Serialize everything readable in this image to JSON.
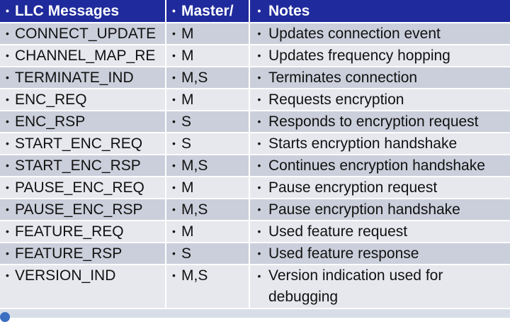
{
  "table": {
    "headers": [
      "LLC Messages",
      "Master/",
      "Notes"
    ],
    "rows": [
      {
        "message": "CONNECT_UPDATE",
        "role": "M",
        "notes": "Updates connection event"
      },
      {
        "message": "CHANNEL_MAP_RE",
        "role": "M",
        "notes": "Updates frequency hopping"
      },
      {
        "message": "TERMINATE_IND",
        "role": "M,S",
        "notes": "Terminates connection"
      },
      {
        "message": "ENC_REQ",
        "role": "M",
        "notes": "Requests encryption"
      },
      {
        "message": "ENC_RSP",
        "role": "S",
        "notes": "Responds to encryption request"
      },
      {
        "message": "START_ENC_REQ",
        "role": "S",
        "notes": "Starts encryption handshake"
      },
      {
        "message": "START_ENC_RSP",
        "role": "M,S",
        "notes": "Continues encryption handshake"
      },
      {
        "message": "PAUSE_ENC_REQ",
        "role": "M",
        "notes": "Pause encryption request"
      },
      {
        "message": "PAUSE_ENC_RSP",
        "role": "M,S",
        "notes": "Pause encryption handshake"
      },
      {
        "message": "FEATURE_REQ",
        "role": "M",
        "notes": "Used feature request"
      },
      {
        "message": "FEATURE_RSP",
        "role": "S",
        "notes": "Used feature response"
      },
      {
        "message": "VERSION_IND",
        "role": "M,S",
        "notes": "Version indication used for debugging"
      }
    ]
  },
  "colors": {
    "header_bg": "#1f2a9c",
    "row_odd": "#cbcfdb",
    "row_even": "#e6e8ee",
    "footer_band": "#d7dee8"
  }
}
